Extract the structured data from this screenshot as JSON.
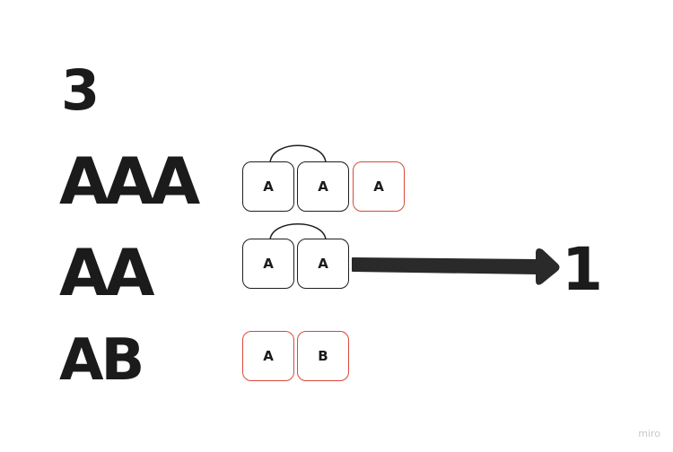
{
  "count_label": "3",
  "rows": [
    {
      "label": "AAA",
      "cells": [
        "A",
        "A",
        "A"
      ]
    },
    {
      "label": "AA",
      "cells": [
        "A",
        "A"
      ]
    },
    {
      "label": "AB",
      "cells": [
        "A",
        "B"
      ]
    }
  ],
  "result_label": "1",
  "watermark": "miro",
  "colors": {
    "text": "#1b1b1b",
    "box_border": "#1f1f1f",
    "highlight_border": "#d94a3a",
    "arrow": "#2a2a2a"
  }
}
